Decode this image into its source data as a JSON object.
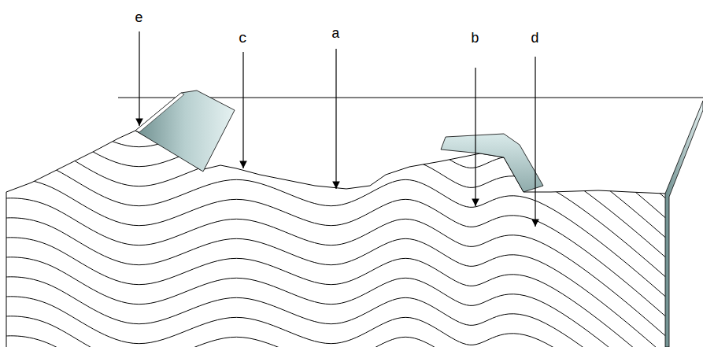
{
  "diagram": {
    "labels": [
      "e",
      "c",
      "a",
      "b",
      "d"
    ]
  }
}
